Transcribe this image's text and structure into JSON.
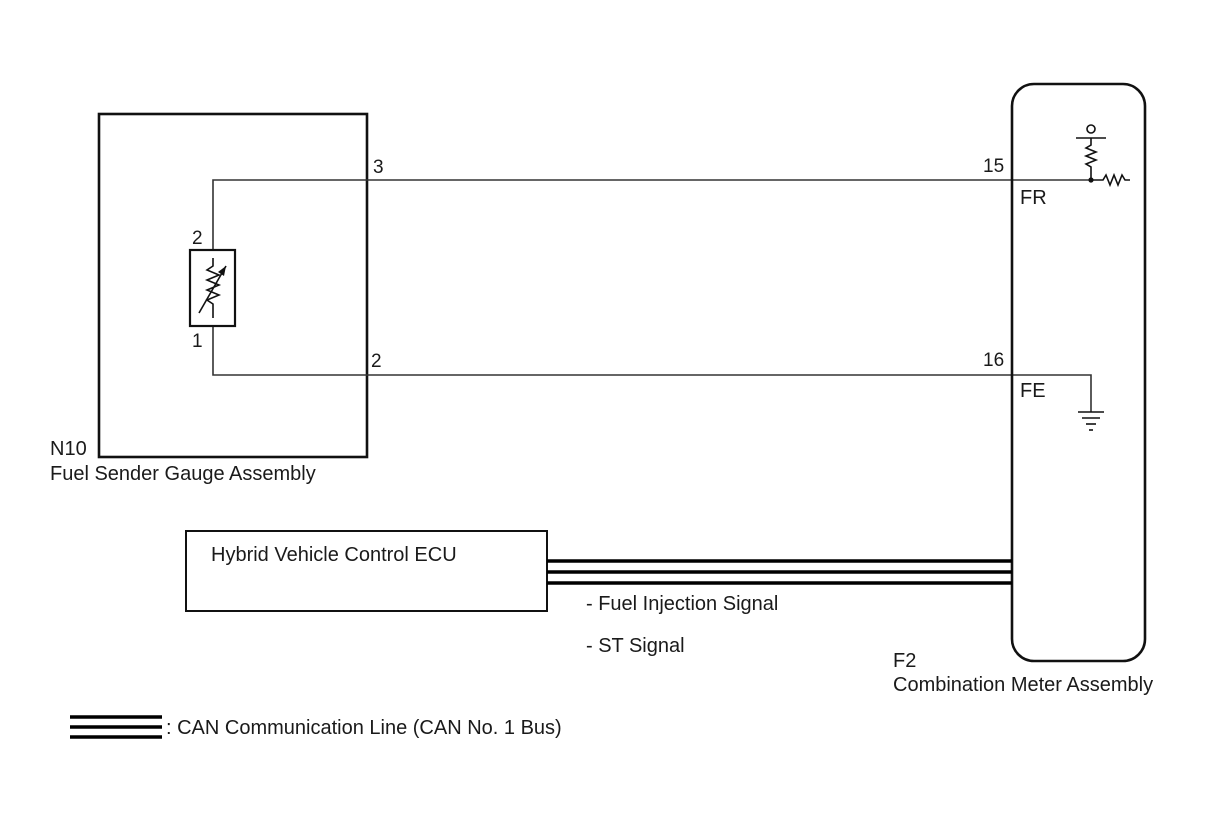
{
  "fuel_sender": {
    "code": "N10",
    "name": "Fuel Sender Gauge Assembly",
    "pin_top": "3",
    "pin_bottom": "2",
    "resistor_pin_top": "2",
    "resistor_pin_bottom": "1"
  },
  "combination_meter": {
    "code": "F2",
    "name": "Combination Meter Assembly",
    "pin_15": "15",
    "pin_16": "16",
    "terminal_fr": "FR",
    "terminal_fe": "FE"
  },
  "hv_ecu": {
    "name": "Hybrid Vehicle Control ECU"
  },
  "signals": [
    "- Fuel Injection Signal",
    "- ST Signal"
  ],
  "legend": {
    "text": ": CAN Communication Line (CAN No. 1 Bus)"
  }
}
